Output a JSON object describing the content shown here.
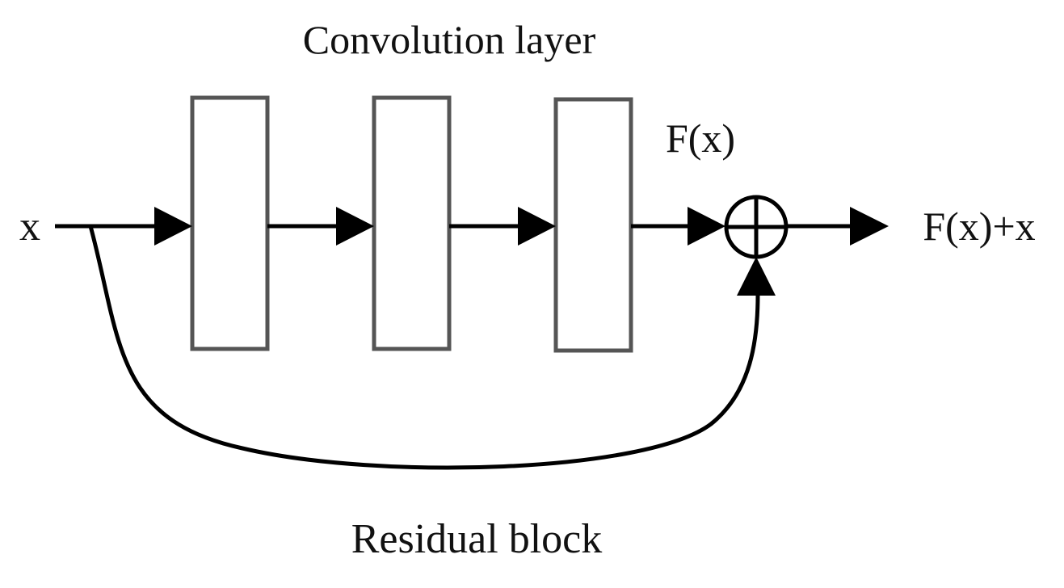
{
  "diagram": {
    "title": "Convolution layer",
    "input_label": "x",
    "residual_output_label": "F(x)",
    "output_label": "F(x)+x",
    "bottom_caption": "Residual block",
    "conv_layers": [
      {
        "id": "conv-1"
      },
      {
        "id": "conv-2"
      },
      {
        "id": "conv-3"
      }
    ],
    "sum_node_symbol": "plus-in-circle",
    "colors": {
      "background": "#ffffff",
      "box_stroke": "#555555",
      "lines": "#000000",
      "text": "#111111"
    }
  }
}
